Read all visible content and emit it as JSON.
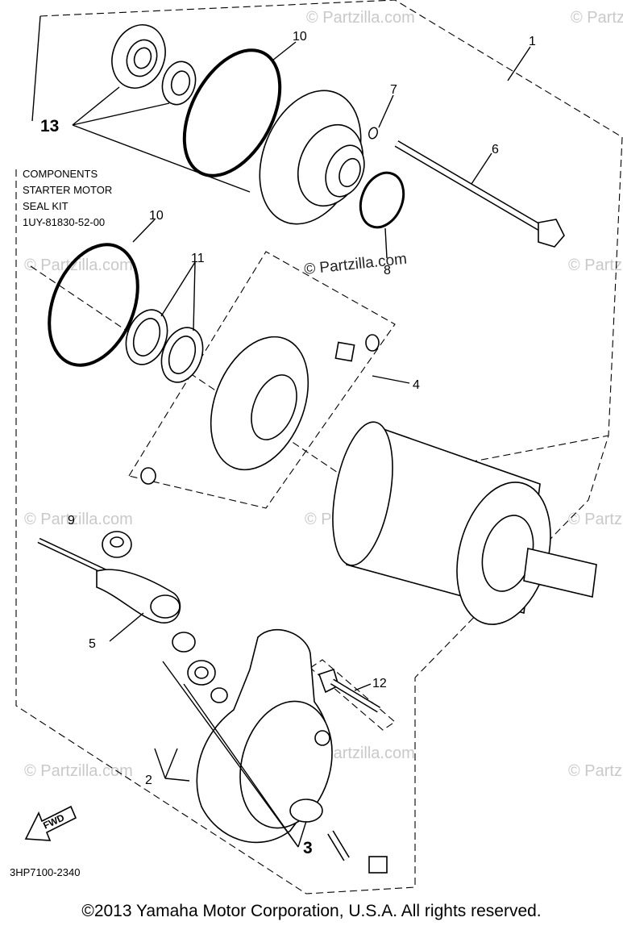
{
  "watermark": "© Partzilla.com",
  "brand_label": "© Partzilla.com",
  "callouts": {
    "p1": "1",
    "p2": "2",
    "p3": "3",
    "p4": "4",
    "p5": "5",
    "p6": "6",
    "p7": "7",
    "p8": "8",
    "p9": "9",
    "p10_top": "10",
    "p10_mid": "10",
    "p11": "11",
    "p12": "12",
    "p13": "13"
  },
  "seal_kit_note": {
    "line1": "COMPONENTS",
    "line2": "STARTER MOTOR",
    "line3": "SEAL KIT",
    "line4": "1UY-81830-52-00"
  },
  "fwd_label": "FWD",
  "diagram_code": "3HP7100-2340",
  "copyright": "©2013  Yamaha Motor Corporation, U.S.A. All rights reserved."
}
